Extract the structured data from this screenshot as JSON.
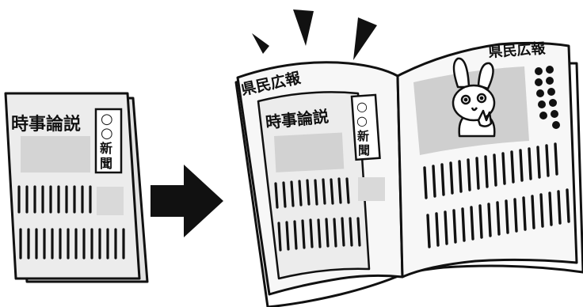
{
  "newspaper": {
    "headline": "時事論説",
    "masthead_circles": [
      "○",
      "○"
    ],
    "masthead_chars": [
      "新",
      "聞"
    ]
  },
  "magazine": {
    "title_left": "県民広報",
    "title_right": "県民広報",
    "inner_headline": "時事論説",
    "inner_masthead_circles": [
      "○",
      "○"
    ],
    "inner_masthead_chars": [
      "新",
      "聞"
    ],
    "mascot": "rabbit-mascot"
  },
  "arrow": "right-arrow",
  "colors": {
    "ink": "#111111",
    "paper": "#ececec",
    "page": "#f7f7f7",
    "photo_block": "#cfcfcf",
    "light_block": "#d9d9d9"
  }
}
